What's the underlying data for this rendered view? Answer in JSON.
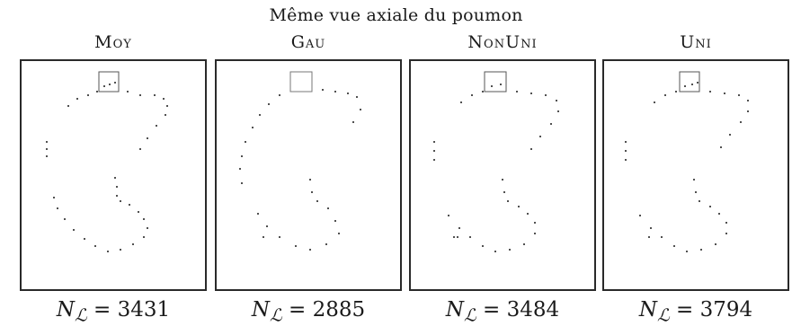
{
  "figure": {
    "title": "Même vue axiale du poumon",
    "panels": [
      {
        "label": "Moy",
        "count_symbol": "N",
        "count_subscript": "ℒ",
        "count_value": "3431"
      },
      {
        "label": "Gau",
        "count_symbol": "N",
        "count_subscript": "ℒ",
        "count_value": "2885"
      },
      {
        "label": "NonUni",
        "count_symbol": "N",
        "count_subscript": "ℒ",
        "count_value": "3484"
      },
      {
        "label": "Uni",
        "count_symbol": "N",
        "count_subscript": "ℒ",
        "count_value": "3794"
      }
    ]
  },
  "colors": {
    "frame": "#2a2a2a",
    "dots": "#1a1a1a",
    "box": "#555555"
  }
}
